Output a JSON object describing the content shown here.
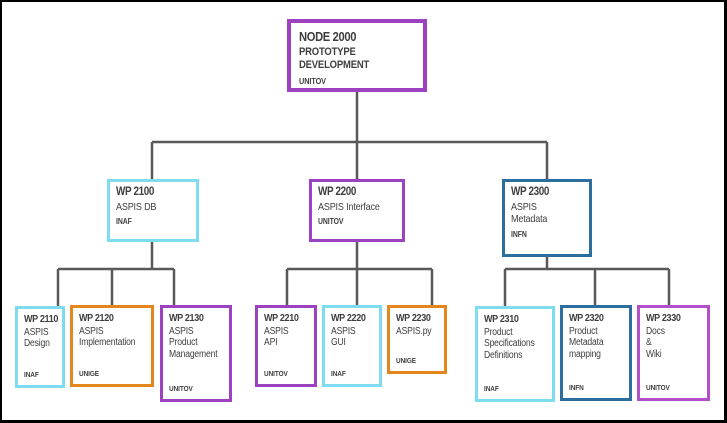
{
  "colors": {
    "purple": "#9c41c0",
    "purple_light": "#b44fcc",
    "cyan": "#7edcf0",
    "blue": "#2c6f9e",
    "orange": "#e3861c",
    "line": "#595959",
    "text": "#3e3e3e",
    "frame": "#000000"
  },
  "nodes": {
    "node2000": {
      "code": "NODE 2000",
      "body": "PROTOTYPE DEVELOPMENT",
      "org": "UNITOV"
    },
    "wp2100": {
      "code": "WP 2100",
      "body": "ASPIS DB",
      "org": "INAF"
    },
    "wp2200": {
      "code": "WP 2200",
      "body": "ASPIS Interface",
      "org": "UNITOV"
    },
    "wp2300": {
      "code": "WP 2300",
      "body": "ASPIS\nMetadata",
      "org": "INFN"
    },
    "wp2110": {
      "code": "WP 2110",
      "body": "ASPIS\nDesign",
      "org": "INAF"
    },
    "wp2120": {
      "code": "WP 2120",
      "body": "ASPIS\nImplementation",
      "org": "UNIGE"
    },
    "wp2130": {
      "code": "WP 2130",
      "body": "ASPIS\nProduct\nManagement",
      "org": "UNITOV"
    },
    "wp2210": {
      "code": "WP 2210",
      "body": "ASPIS\nAPI",
      "org": "UNITOV"
    },
    "wp2220": {
      "code": "WP 2220",
      "body": "ASPIS\nGUI",
      "org": "INAF"
    },
    "wp2230": {
      "code": "WP 2230",
      "body": "ASPIS.py",
      "org": "UNIGE"
    },
    "wp2310": {
      "code": "WP 2310",
      "body": "Product\nSpecifications\nDefinitions",
      "org": "INAF"
    },
    "wp2320": {
      "code": "WP 2320",
      "body": "Product\nMetadata\nmapping",
      "org": "INFN"
    },
    "wp2330": {
      "code": "WP 2330",
      "body": "Docs\n&\nWiki",
      "org": "UNITOV"
    }
  }
}
